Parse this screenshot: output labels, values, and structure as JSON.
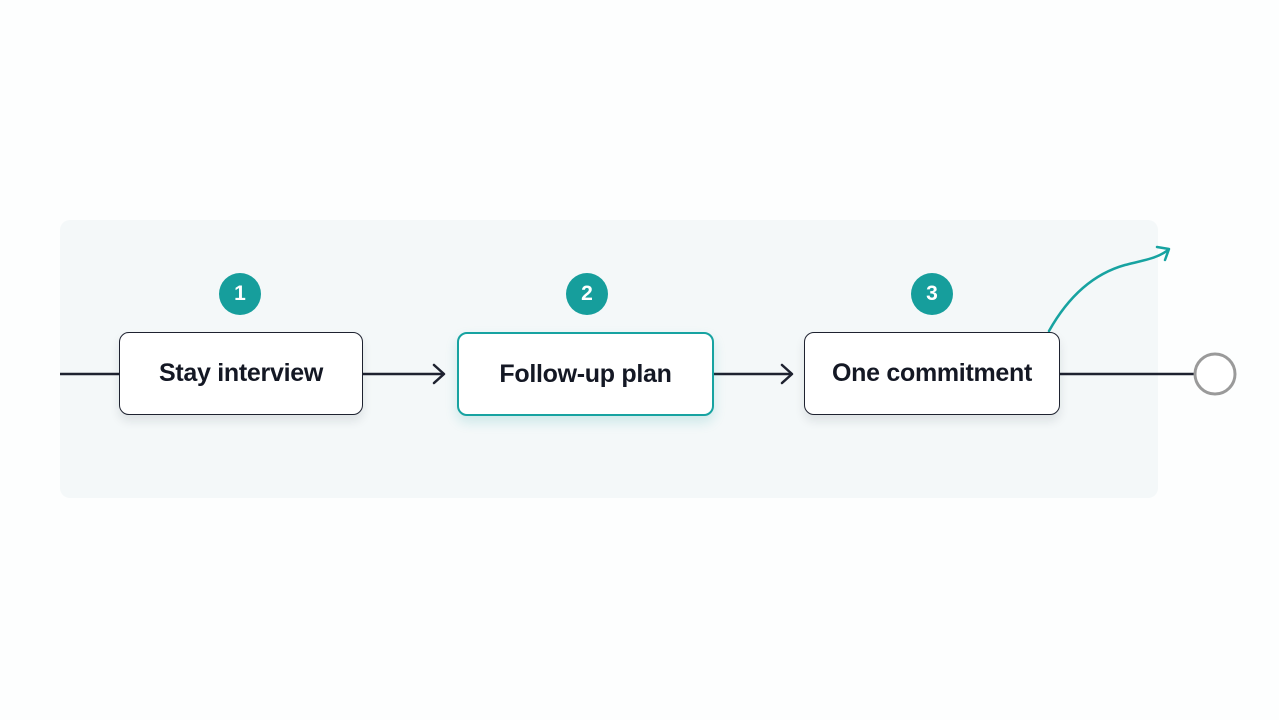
{
  "diagram": {
    "steps": [
      {
        "number": "1",
        "label": "Stay interview"
      },
      {
        "number": "2",
        "label": "Follow-up plan"
      },
      {
        "number": "3",
        "label": "One commitment"
      }
    ],
    "active_step": "2"
  },
  "colors": {
    "accent": "#17a3a1",
    "line": "#1e2230",
    "text": "#141824",
    "panel": "#f4f8f9",
    "end_node": "#9a9a9a"
  },
  "icons": {
    "arrow": "arrow-right-icon",
    "growth": "curved-arrow-up-right-icon",
    "end": "hollow-circle-icon"
  }
}
